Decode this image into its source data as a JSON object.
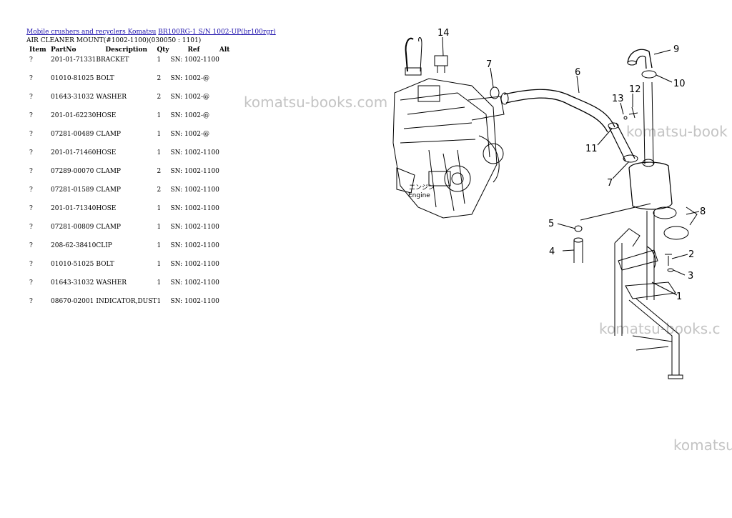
{
  "breadcrumbs": {
    "link1": "Mobile crushers and recyclers Komatsu",
    "link2": "BR100RG-1 S/N 1002-UP(br100rgr)"
  },
  "subtitle": "AIR CLEANER MOUNT(#1002-1100)(030050 : 1101)",
  "table": {
    "headers": {
      "item": "Item",
      "partno": "PartNo",
      "description": "Description",
      "qty": "Qty",
      "ref": "Ref",
      "alt": "Alt"
    },
    "rows": [
      {
        "item": "?",
        "partno": "201-01-71331",
        "description": "BRACKET",
        "qty": "1",
        "ref": "SN: 1002-1100"
      },
      {
        "item": "?",
        "partno": "01010-81025",
        "description": "BOLT",
        "qty": "2",
        "ref": "SN: 1002-@"
      },
      {
        "item": "?",
        "partno": "01643-31032",
        "description": "WASHER",
        "qty": "2",
        "ref": "SN: 1002-@"
      },
      {
        "item": "?",
        "partno": "201-01-62230",
        "description": "HOSE",
        "qty": "1",
        "ref": "SN: 1002-@"
      },
      {
        "item": "?",
        "partno": "07281-00489",
        "description": "CLAMP",
        "qty": "1",
        "ref": "SN: 1002-@"
      },
      {
        "item": "?",
        "partno": "201-01-71460",
        "description": "HOSE",
        "qty": "1",
        "ref": "SN: 1002-1100"
      },
      {
        "item": "?",
        "partno": "07289-00070",
        "description": "CLAMP",
        "qty": "2",
        "ref": "SN: 1002-1100"
      },
      {
        "item": "?",
        "partno": "07281-01589",
        "description": "CLAMP",
        "qty": "2",
        "ref": "SN: 1002-1100"
      },
      {
        "item": "?",
        "partno": "201-01-71340",
        "description": "HOSE",
        "qty": "1",
        "ref": "SN: 1002-1100"
      },
      {
        "item": "?",
        "partno": "07281-00809",
        "description": "CLAMP",
        "qty": "1",
        "ref": "SN: 1002-1100"
      },
      {
        "item": "?",
        "partno": "208-62-38410",
        "description": "CLIP",
        "qty": "1",
        "ref": "SN: 1002-1100"
      },
      {
        "item": "?",
        "partno": "01010-51025",
        "description": "BOLT",
        "qty": "1",
        "ref": "SN: 1002-1100"
      },
      {
        "item": "?",
        "partno": "01643-31032",
        "description": "WASHER",
        "qty": "1",
        "ref": "SN: 1002-1100"
      },
      {
        "item": "?",
        "partno": "08670-02001",
        "description": "INDICATOR,DUST",
        "qty": "1",
        "ref": "SN: 1002-1100"
      }
    ]
  },
  "watermarks": [
    "komatsu-books.com",
    "komatsu-book",
    "komatsu-books.c",
    "komatsu"
  ],
  "diagram": {
    "callouts": [
      "14",
      "9",
      "7",
      "6",
      "10",
      "13",
      "12",
      "11",
      "7",
      "8",
      "5",
      "2",
      "4",
      "3",
      "1"
    ],
    "engine_label_jp": "エンジン",
    "engine_label": "Engine"
  }
}
